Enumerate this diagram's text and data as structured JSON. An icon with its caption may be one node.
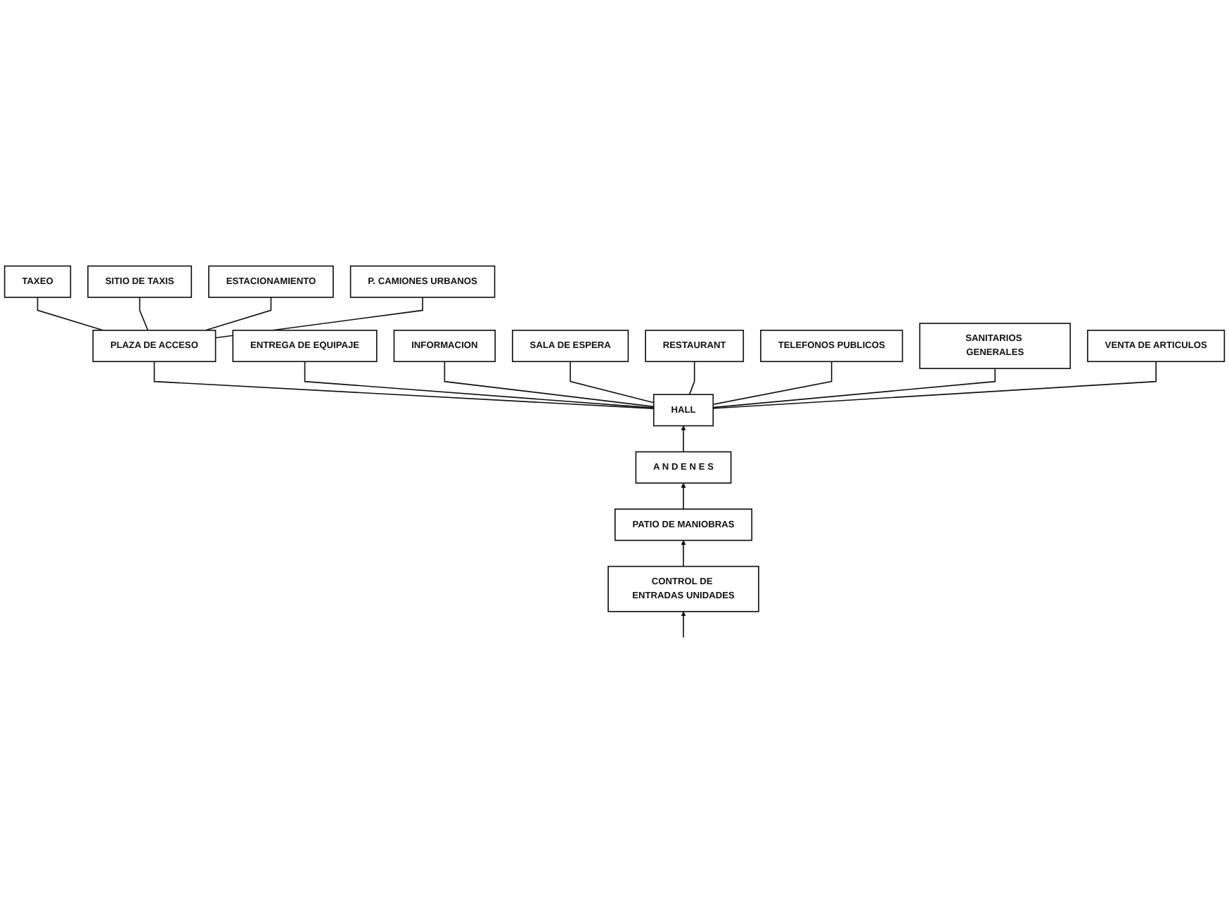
{
  "diagram": {
    "nodes": [
      {
        "text": [
          "TAXEO"
        ]
      },
      {
        "text": [
          "SITIO DE TAXIS"
        ]
      },
      {
        "text": [
          "ESTACIONAMIENTO"
        ]
      },
      {
        "text": [
          "PLAZA DE ACCESO"
        ]
      },
      {
        "text": [
          "P. CAMIONES URBANOS"
        ]
      },
      {
        "text": [
          "ENTREGA DE EQUIPAJE"
        ]
      },
      {
        "text": [
          "INFORMACION"
        ]
      },
      {
        "text": [
          "SALA DE ESPERA"
        ]
      },
      {
        "text": [
          "HALL"
        ]
      },
      {
        "text": [
          "RESTAURANT"
        ]
      },
      {
        "text": [
          "TELEFONOS PUBLICOS"
        ]
      },
      {
        "text": [
          "SANITARIOS GENERALES"
        ]
      },
      {
        "text": [
          "VENTA DE ARTICULOS"
        ]
      },
      {
        "text": [
          "A N D E N E S"
        ]
      },
      {
        "text": [
          "PATIO DE MANIOBRAS"
        ]
      },
      {
        "text": [
          "CONTROL DE ENTRADAS UNIDADES"
        ]
      }
    ],
    "edges": [
      {
        "from": 3,
        "to": 0,
        "arrow": "none"
      },
      {
        "from": 3,
        "to": 1,
        "arrow": "none"
      },
      {
        "from": 3,
        "to": 2,
        "arrow": "none"
      },
      {
        "from": 3,
        "to": 4,
        "arrow": "none"
      },
      {
        "from": 8,
        "to": 3,
        "arrow": "none"
      },
      {
        "from": 8,
        "to": 5,
        "arrow": "none"
      },
      {
        "from": 8,
        "to": 6,
        "arrow": "none"
      },
      {
        "from": 8,
        "to": 7,
        "arrow": "none"
      },
      {
        "from": 8,
        "to": 10,
        "arrow": "none"
      },
      {
        "from": 8,
        "to": 12,
        "arrow": "none"
      },
      {
        "from": 8,
        "to": 9,
        "arrow": "none"
      },
      {
        "from": 8,
        "to": 11,
        "arrow": "none"
      },
      {
        "from": 13,
        "to": 8,
        "arrow": "to"
      },
      {
        "from": 14,
        "to": 13,
        "arrow": "to"
      },
      {
        "from": 15,
        "to": 14,
        "arrow": "to"
      },
      {
        "from": null,
        "to": 15,
        "arrow": "to"
      }
    ]
  }
}
